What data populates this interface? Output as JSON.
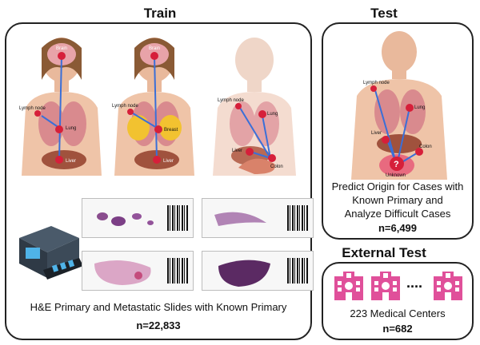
{
  "train": {
    "title": "Train",
    "caption": "H&E Primary and Metastatic Slides with Known Primary",
    "count": "n=22,833",
    "figures": [
      {
        "labels": [
          "Brain",
          "Lymph node",
          "Lung",
          "Liver"
        ]
      },
      {
        "labels": [
          "Brain",
          "Lymph node",
          "Breast",
          "Liver"
        ]
      },
      {
        "labels": [
          "Lymph node",
          "Lung",
          "Liver",
          "Colon"
        ]
      }
    ]
  },
  "test": {
    "title": "Test",
    "labels": [
      "Lymph node",
      "Lung",
      "Liver",
      "Colon",
      "Unknown"
    ],
    "unknown_mark": "?",
    "caption_lines": [
      "Predict Origin for Cases with",
      "Known Primary and",
      "Analyze Difficult Cases"
    ],
    "count": "n=6,499"
  },
  "external": {
    "title": "External Test",
    "ellipsis": "....",
    "caption": "223 Medical Centers",
    "count": "n=682"
  },
  "colors": {
    "hospital": "#e0509a",
    "organ_marker": "#d61f3a",
    "arrow": "#3a6fd8"
  }
}
